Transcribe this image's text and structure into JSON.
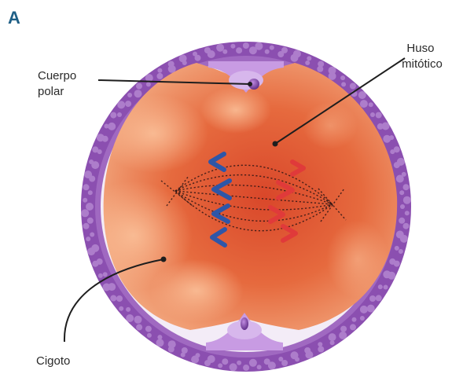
{
  "figure": {
    "panel_letter": "A",
    "labels": {
      "polar_body": [
        "Cuerpo",
        "polar"
      ],
      "mitotic_spindle": [
        "Huso",
        "mitótico"
      ],
      "zygote": "Cigoto"
    }
  },
  "colors": {
    "panel_letter": "#1f5f86",
    "membrane_outer": "#8b4fb0",
    "membrane_inner": "#b27fd0",
    "cytoplasm_light": "#f2a77e",
    "cytoplasm_dark": "#d9472a",
    "chromosome_blue": "#2e56a8",
    "chromosome_red": "#e03a3a",
    "polar_body": "#6a3492"
  },
  "icons": {
    "chromosomes": "chromosome-icon"
  }
}
